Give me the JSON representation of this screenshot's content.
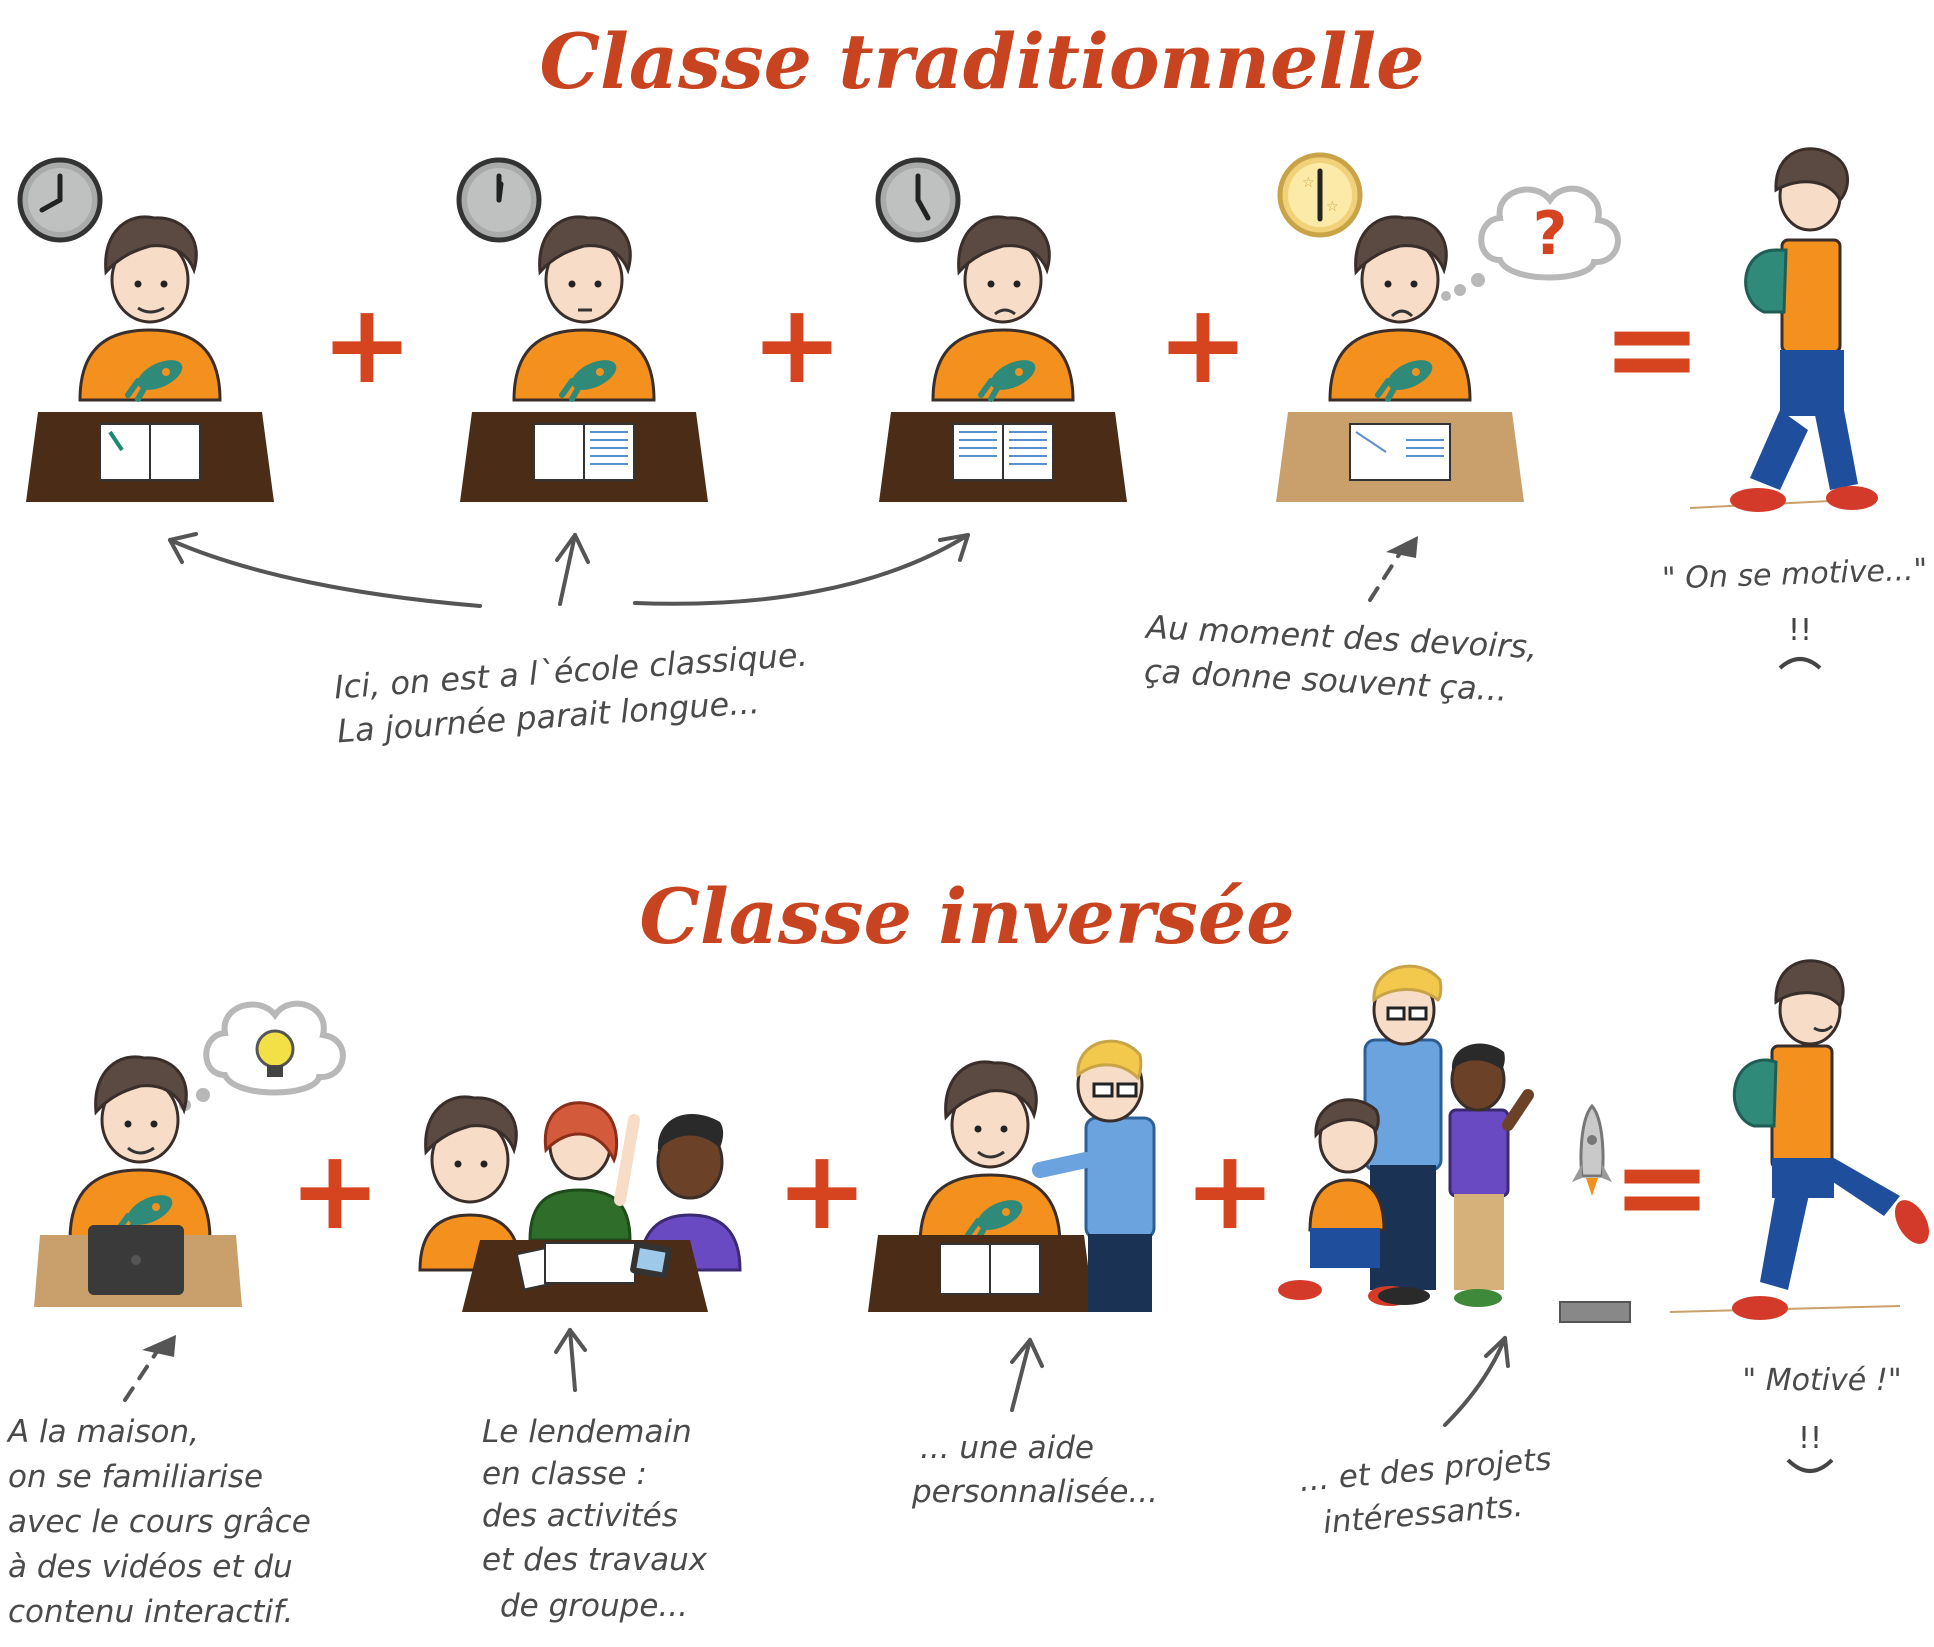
{
  "traditional": {
    "title": "Classe traditionnelle",
    "caption_school": [
      "Ici, on est a l`école classique.",
      "La journée parait longue..."
    ],
    "caption_homework": [
      "Au moment des devoirs,",
      "ça donne souvent ça..."
    ],
    "result_quote": "\" On se motive...\"",
    "result_face": "!!",
    "operators": [
      "+",
      "+",
      "+",
      "="
    ]
  },
  "flipped": {
    "title": "Classe inversée",
    "caption_home": [
      "A la maison,",
      "on se familiarise",
      "avec le cours grâce",
      "à des vidéos et du",
      "contenu interactif."
    ],
    "caption_class": [
      "Le lendemain",
      "en classe :",
      "des activités",
      "et des travaux",
      "de groupe..."
    ],
    "caption_help": [
      "... une aide",
      "personnalisée..."
    ],
    "caption_projects": [
      "... et des projets",
      "intéressants."
    ],
    "result_quote": "\" Motivé !\"",
    "result_face": "!!",
    "operators": [
      "+",
      "+",
      "+",
      "="
    ]
  },
  "colors": {
    "title": "#c8431f",
    "operator": "#d6441f",
    "shirt": "#f4901e",
    "hair": "#5a4a42",
    "desk_dark": "#4a2c17",
    "desk_light": "#c9a06b",
    "jeans": "#1f4f9c",
    "backpack": "#2f8a7a",
    "shoe": "#d33a2a"
  },
  "icons": [
    "clock-icon",
    "question-thought-icon",
    "lightbulb-thought-icon",
    "laptop-icon",
    "rocket-icon",
    "tablet-icon"
  ]
}
